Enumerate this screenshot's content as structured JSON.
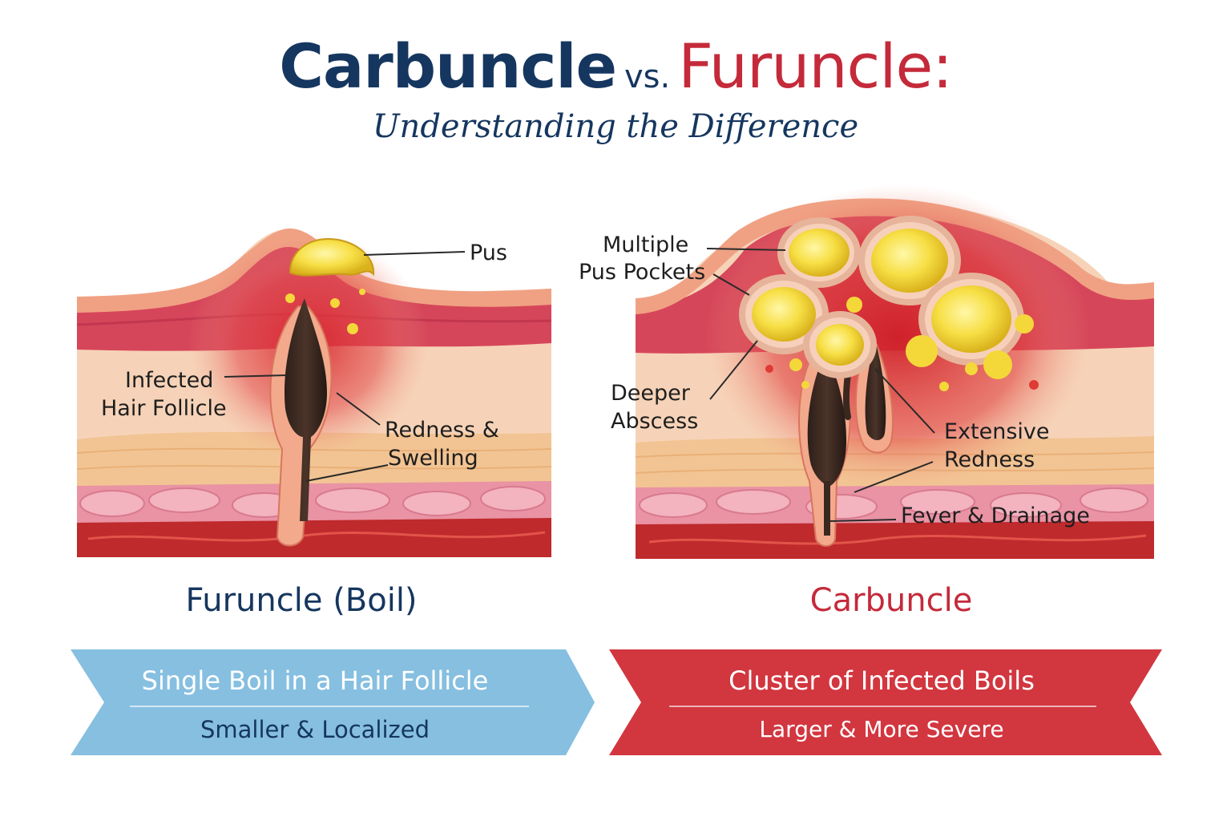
{
  "title": {
    "part1": "Carbuncle",
    "vs": "vs.",
    "part2": "Furuncle:",
    "subtitle": "Understanding the Difference"
  },
  "colors": {
    "navy": "#15365f",
    "crimson": "#c42a3a",
    "banner_blue": "#86bfe0",
    "banner_red": "#d2363f"
  },
  "furuncle": {
    "labels": {
      "pus": "Pus",
      "follicle_1": "Infected",
      "follicle_2": "Hair Follicle",
      "redness_1": "Redness &",
      "redness_2": "Swelling"
    },
    "name": "Furuncle (Boil)",
    "banner_main": "Single Boil in a Hair Follicle",
    "banner_sub": "Smaller & Localized"
  },
  "carbuncle": {
    "labels": {
      "pockets_1": "Multiple",
      "pockets_2": "Pus Pockets",
      "abscess_1": "Deeper",
      "abscess_2": "Abscess",
      "redness_1": "Extensive",
      "redness_2": "Redness",
      "fever": "Fever & Drainage"
    },
    "name": "Carbuncle",
    "banner_main": "Cluster of Infected Boils",
    "banner_sub": "Larger & More Severe"
  }
}
